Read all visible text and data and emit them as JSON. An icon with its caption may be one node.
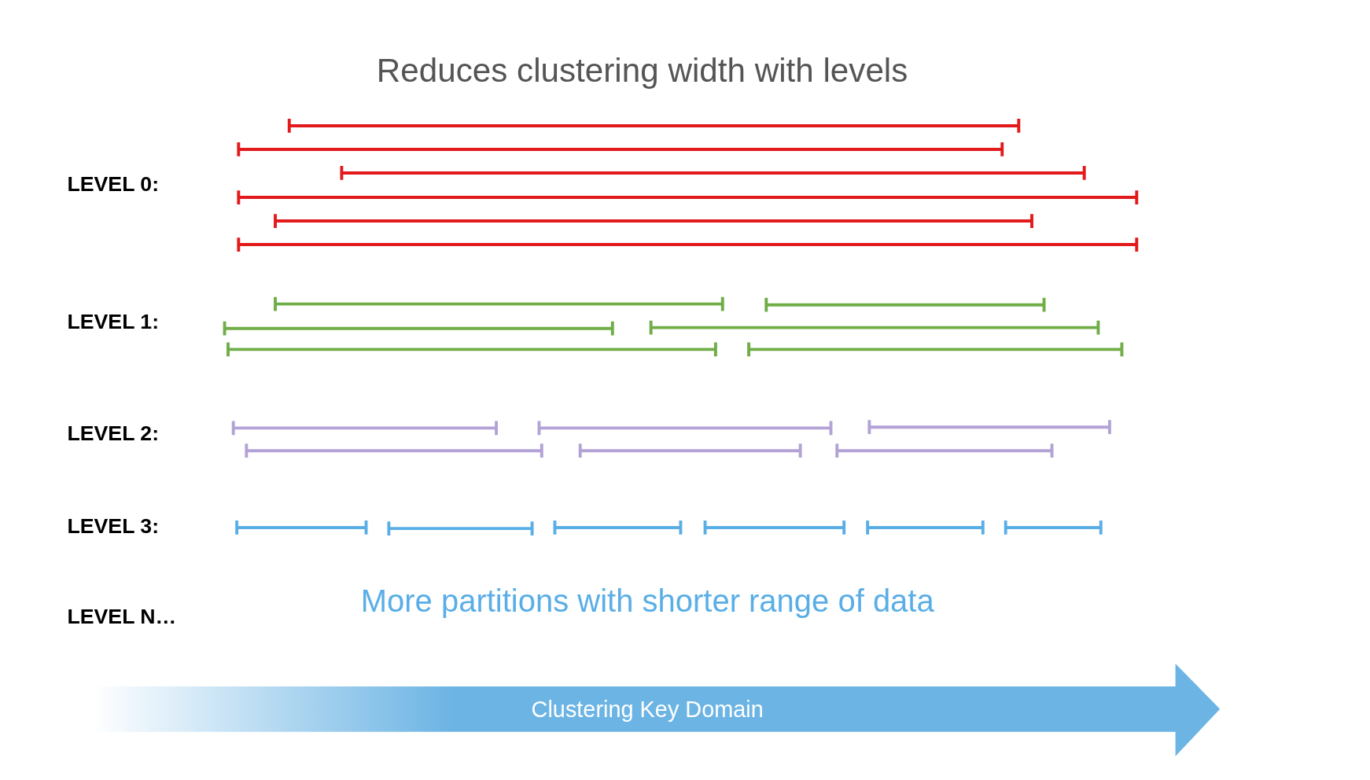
{
  "diagram": {
    "title": "Reduces clustering width with levels",
    "nodes": [
      {
        "text": [
          "Clustering Key Domain"
        ]
      }
    ],
    "edges": [],
    "labels": [
      "LEVEL 0:",
      "LEVEL 1:",
      "LEVEL 2:",
      "LEVEL 3:",
      "LEVEL N…",
      "More partitions with shorter range of data"
    ]
  }
}
